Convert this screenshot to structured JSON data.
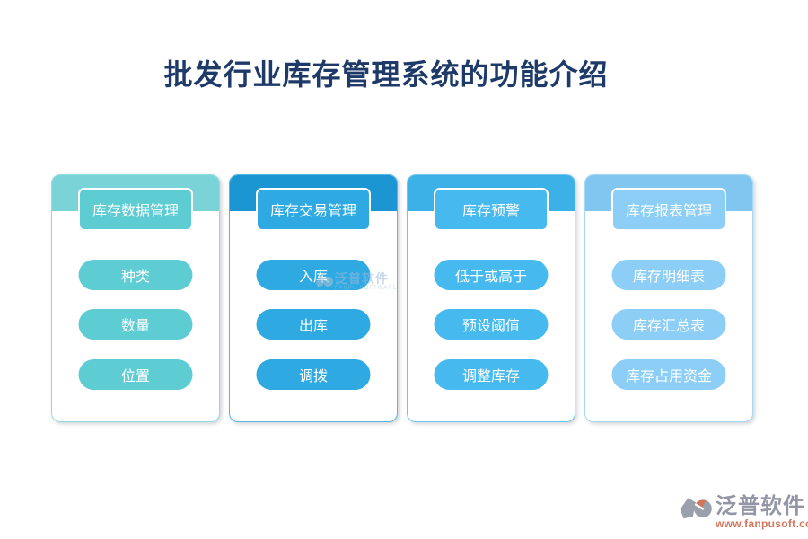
{
  "title": {
    "text": "批发行业库存管理系统的功能介绍",
    "color": "#1E3A68"
  },
  "cards": [
    {
      "header": "库存数据管理",
      "items": [
        "种类",
        "数量",
        "位置"
      ],
      "colors": {
        "band": "#79D3D7",
        "header_box": "#5ECCD3",
        "button": "#5ECCD3",
        "border": "#90DDE1"
      }
    },
    {
      "header": "库存交易管理",
      "items": [
        "入库",
        "出库",
        "调拨"
      ],
      "colors": {
        "band": "#1C95D3",
        "header_box": "#2EA9E1",
        "button": "#2EA9E1",
        "border": "#55B7E6"
      }
    },
    {
      "header": "库存预警",
      "items": [
        "低于或高于",
        "预设阈值",
        "调整库存"
      ],
      "colors": {
        "band": "#3BB1E7",
        "header_box": "#46BAEE",
        "button": "#46BAEE",
        "border": "#6FC7F1"
      }
    },
    {
      "header": "库存报表管理",
      "items": [
        "库存明细表",
        "库存汇总表",
        "库存占用资金"
      ],
      "colors": {
        "band": "#80C6F0",
        "header_box": "#8CCEF5",
        "button": "#8CCEF5",
        "border": "#A5D9F6"
      }
    }
  ],
  "watermarks": {
    "center": {
      "brand": "泛普软件",
      "subtext": "FANPU SOFTWARE"
    },
    "footer": {
      "brand": "泛普软件",
      "url": "www.fanpusoft.com",
      "brand_color": "#9396A4",
      "url_color": "#D2765C"
    }
  }
}
